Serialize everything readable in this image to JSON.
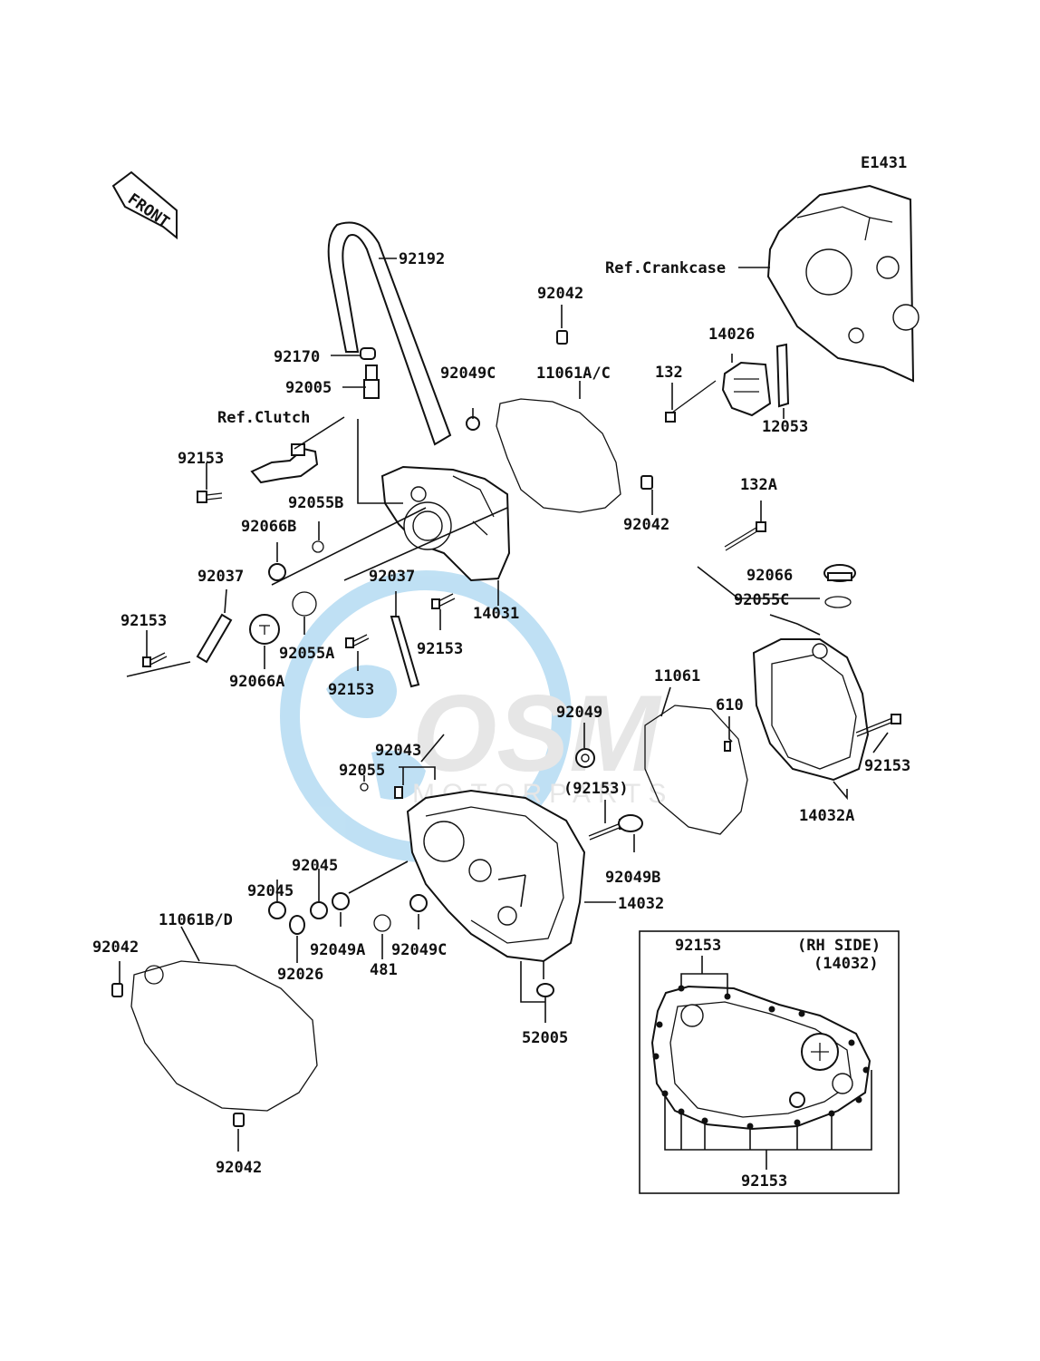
{
  "diagram_code": "E1431",
  "front_badge": "FRONT",
  "watermark": {
    "brand": "OSM",
    "sub": "MOTORPARTS"
  },
  "inset": {
    "title_line1": "(RH SIDE)",
    "title_line2": "(14032)"
  },
  "labels": {
    "p92192": "92192",
    "ref_crankcase": "Ref.Crankcase",
    "p92042_top": "92042",
    "p92170": "92170",
    "p92005": "92005",
    "p92049c_top": "92049C",
    "p11061ac": "11061A/C",
    "p14026": "14026",
    "p132": "132",
    "p12053": "12053",
    "ref_clutch": "Ref.Clutch",
    "p92153_a": "92153",
    "p92055b": "92055B",
    "p92066b": "92066B",
    "p92042_mid": "92042",
    "p132a": "132A",
    "p92037_l": "92037",
    "p92037_m": "92037",
    "p14031": "14031",
    "p92066": "92066",
    "p92055c": "92055C",
    "p92153_b": "92153",
    "p92055a": "92055A",
    "p92153_c": "92153",
    "p92066a": "92066A",
    "p92153_d": "92153",
    "p11061": "11061",
    "p92049": "92049",
    "p610": "610",
    "p92043": "92043",
    "p92055": "92055",
    "p92153_paren": "(92153)",
    "p92153_e": "92153",
    "p14032a": "14032A",
    "p92045_a": "92045",
    "p92045_b": "92045",
    "p92049b": "92049B",
    "p14032": "14032",
    "p11061bd": "11061B/D",
    "p92042_left": "92042",
    "p92026": "92026",
    "p92049a": "92049A",
    "p481": "481",
    "p92049c_bot": "92049C",
    "p52005": "52005",
    "p92042_bot": "92042",
    "inset_92153_top": "92153",
    "inset_92153_bot": "92153"
  },
  "colors": {
    "ink": "#111111",
    "watermark_blue": "#4aa8e0",
    "watermark_gray": "#b9b9b9"
  }
}
